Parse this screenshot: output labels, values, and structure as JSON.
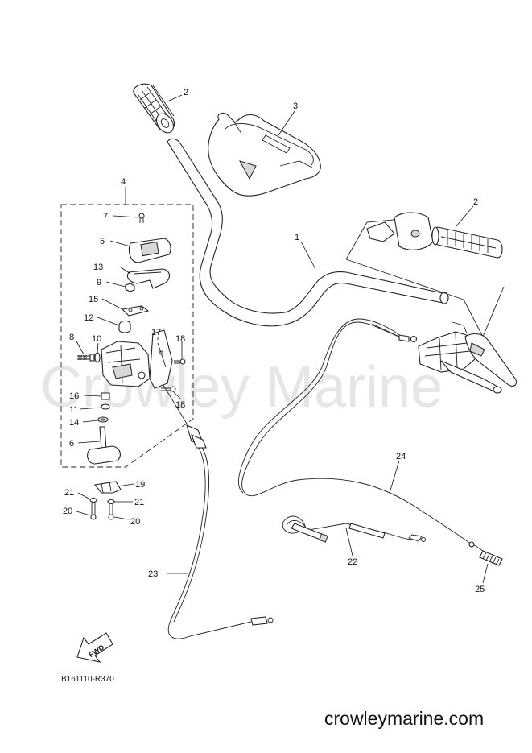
{
  "watermark": "Crowley Marine",
  "diagram_code": "B161110-R370",
  "site": "crowleymarine.com",
  "fwd_label": "FWD",
  "callouts": {
    "c1": "1",
    "c2a": "2",
    "c2b": "2",
    "c3": "3",
    "c4": "4",
    "c5": "5",
    "c6": "6",
    "c7": "7",
    "c8": "8",
    "c9": "9",
    "c10": "10",
    "c11": "11",
    "c12": "12",
    "c13": "13",
    "c14": "14",
    "c15": "15",
    "c16": "16",
    "c17": "17",
    "c18a": "18",
    "c18b": "18",
    "c19": "19",
    "c20a": "20",
    "c20b": "20",
    "c21a": "21",
    "c21b": "21",
    "c22": "22",
    "c23": "23",
    "c24": "24",
    "c25": "25"
  }
}
